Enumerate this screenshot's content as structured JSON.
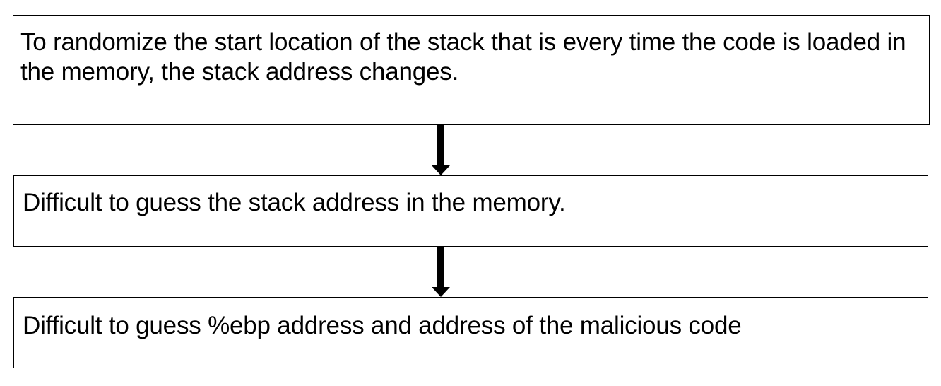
{
  "diagram": {
    "nodes": [
      {
        "id": "n1",
        "text": "To randomize the start location of the stack that is every time the code is loaded in the memory, the stack address changes."
      },
      {
        "id": "n2",
        "text": "Difficult to guess the stack address in the memory."
      },
      {
        "id": "n3",
        "text": "Difficult to guess %ebp address and address of the malicious code"
      }
    ],
    "edges": [
      {
        "from": "n1",
        "to": "n2"
      },
      {
        "from": "n2",
        "to": "n3"
      }
    ],
    "colors": {
      "border": "#000000",
      "arrow": "#000000",
      "background": "#ffffff"
    }
  }
}
